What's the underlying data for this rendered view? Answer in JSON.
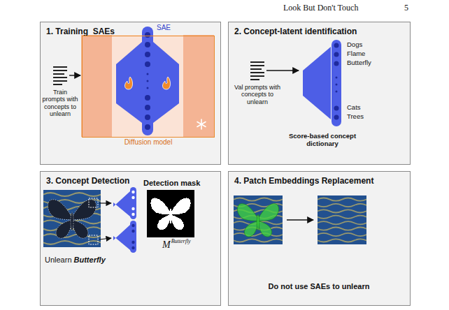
{
  "diagram": {
    "nodes": [
      {
        "text": [
          "1. Training  SAEs"
        ]
      },
      {
        "text": [
          "Train prompts with concepts to unlearn"
        ],
        "in": 0
      },
      {
        "text": [
          "Diffusion model"
        ],
        "in": 0
      },
      {
        "text": [
          "2. Concept-latent identification"
        ]
      },
      {
        "text": [
          "Val prompts with concepts to unlearn"
        ],
        "in": 3
      },
      {
        "text": [
          "Score-based concept dictionary"
        ],
        "in": 3
      },
      {
        "text": [
          "3. Concept Detection"
        ]
      },
      {
        "text": [
          "4. Patch Embeddings Replacement"
        ]
      }
    ],
    "edges": [
      {
        "from": 1,
        "to": 2,
        "arrow": "to"
      },
      {
        "from": 4,
        "to": 5,
        "arrow": "to"
      }
    ],
    "labels": [
      "Look But Don't Touch",
      "5",
      "SAE",
      "Dogs",
      "Flame",
      "Butterfly",
      "Cats",
      "Trees",
      "Detection mask",
      "Unlearn",
      "Butterfly",
      "M",
      "Butterfly",
      "Do not use SAEs to unlearn"
    ]
  }
}
